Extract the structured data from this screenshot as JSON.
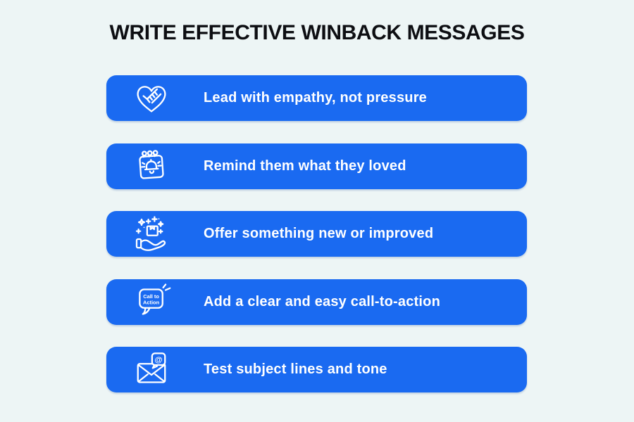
{
  "page": {
    "title": "WRITE EFFECTIVE WINBACK MESSAGES"
  },
  "colors": {
    "background": "#edf5f5",
    "bar": "#1a6af1",
    "bar_text": "#ffffff",
    "title_text": "#0d0e12",
    "icon_stroke": "#ffffff"
  },
  "items": [
    {
      "icon": "handshake-heart-icon",
      "label": "Lead with empathy, not pressure"
    },
    {
      "icon": "calendar-bell-icon",
      "label": "Remind them what they loved"
    },
    {
      "icon": "gift-in-hand-icon",
      "label": "Offer something new or improved"
    },
    {
      "icon": "call-to-action-bubble-icon",
      "label": "Add a clear and easy call-to-action",
      "icon_lines": [
        "Call to",
        "Action"
      ]
    },
    {
      "icon": "email-at-icon",
      "label": "Test subject lines and tone",
      "icon_symbol": "@"
    }
  ]
}
